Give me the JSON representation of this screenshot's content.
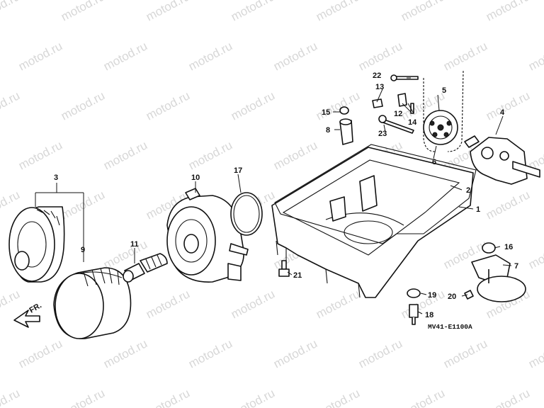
{
  "watermark": "motod.ru",
  "diagram_code": "MV41-E1100A",
  "front_arrow_label": "FR.",
  "callouts": {
    "c1": "1",
    "c2": "2",
    "c3": "3",
    "c4": "4",
    "c5": "5",
    "c6": "6",
    "c7": "7",
    "c8": "8",
    "c9": "9",
    "c10": "10",
    "c11": "11",
    "c12": "12",
    "c13": "13",
    "c14": "14",
    "c15": "15",
    "c16": "16",
    "c17": "17",
    "c18": "18",
    "c19": "19",
    "c20": "20",
    "c21": "21",
    "c22": "22",
    "c23": "23"
  },
  "colors": {
    "ink": "#111111",
    "watermark": "#d7d7d7",
    "background": "#ffffff"
  }
}
